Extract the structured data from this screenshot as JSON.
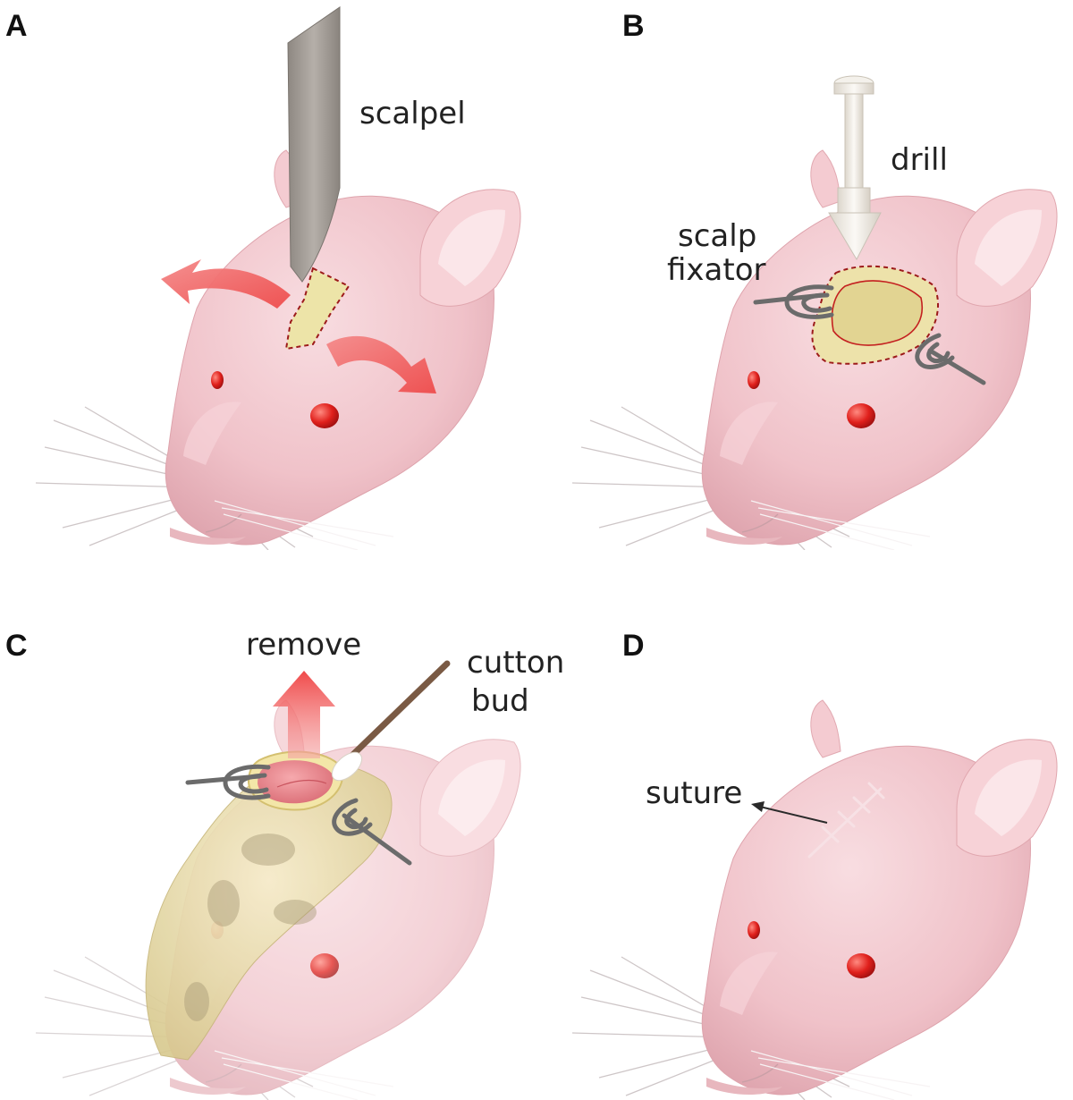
{
  "panels": {
    "a": {
      "letter": "A",
      "labels": {
        "tool": "scalpel"
      }
    },
    "b": {
      "letter": "B",
      "labels": {
        "tool": "drill",
        "fixator_line1": "scalp",
        "fixator_line2": "fixator"
      }
    },
    "c": {
      "letter": "C",
      "labels": {
        "action": "remove",
        "tool_line1": "cutton",
        "tool_line2": "bud"
      }
    },
    "d": {
      "letter": "D",
      "labels": {
        "suture": "suture"
      }
    }
  },
  "colors": {
    "skin": "#f2c6cc",
    "skin_shadow": "#e3a7b0",
    "eye": "#e0201c",
    "bone": "#efe2b0",
    "incision_outline": "#9c1a1a",
    "arrow": "#f05a5a",
    "scalpel": "#a8a29c",
    "drill": "#f1ede6",
    "fixator": "#6b6b6b",
    "brain": "#ec8a90"
  }
}
